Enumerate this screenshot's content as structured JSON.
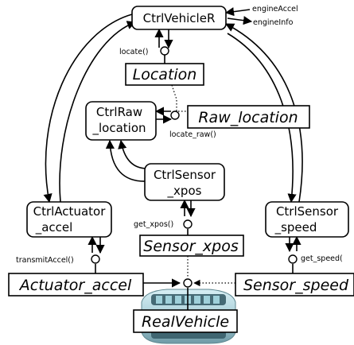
{
  "components": {
    "ctrl_vehicle": "CtrlVehicleR",
    "ctrl_raw_location_line1": "CtrlRaw",
    "ctrl_raw_location_line2": "_location",
    "ctrl_sensor_xpos_line1": "CtrlSensor",
    "ctrl_sensor_xpos_line2": "_xpos",
    "ctrl_actuator_line1": "CtrlActuator",
    "ctrl_actuator_line2": "_accel",
    "ctrl_sensor_speed_line1": "CtrlSensor",
    "ctrl_sensor_speed_line2": "_speed"
  },
  "objects": {
    "location": "Location",
    "raw_location": "Raw_location",
    "sensor_xpos": "Sensor_xpos",
    "actuator_accel": "Actuator_accel",
    "sensor_speed": "Sensor_speed",
    "real_vehicle": "RealVehicle"
  },
  "labels": {
    "engine_accel": "engineAccel",
    "engine_info": "engineInfo",
    "locate": "locate()",
    "locate_raw": "locate_raw()",
    "get_xpos": "get_xpos()",
    "transmit_accel": "transmitAccel()",
    "get_speed": "get_speed("
  }
}
